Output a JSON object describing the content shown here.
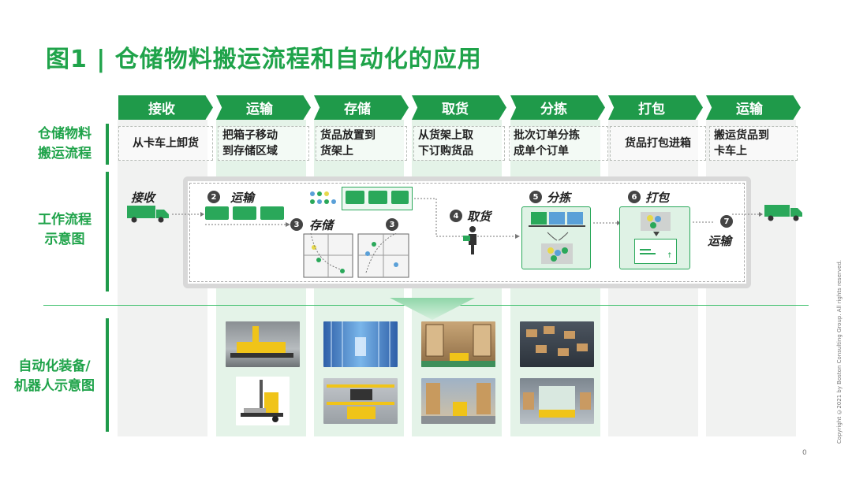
{
  "title": "图1 | 仓储物料搬运流程和自动化的应用",
  "steps": [
    "接收",
    "运输",
    "存储",
    "取货",
    "分拣",
    "打包",
    "运输"
  ],
  "row_labels": {
    "process": [
      "仓储物料",
      "搬运流程"
    ],
    "workflow": [
      "工作流程",
      "示意图"
    ],
    "equipment": [
      "自动化装备/",
      "机器人示意图"
    ]
  },
  "descriptions": [
    [
      "从卡车上卸货"
    ],
    [
      "把箱子移动",
      "到存储区域"
    ],
    [
      "货品放置到",
      "货架上"
    ],
    [
      "从货架上取",
      "下订购货品"
    ],
    [
      "批次订单分拣",
      "成单个订单"
    ],
    [
      "货品打包进箱"
    ],
    [
      "搬运货品到",
      "卡车上"
    ]
  ],
  "workflow": {
    "receive": "接收",
    "transport": {
      "num": "2",
      "label": "运输"
    },
    "storage_num": "3",
    "storage": "存储",
    "storage_num_2": "3",
    "pick": {
      "num": "4",
      "label": "取货"
    },
    "sort": {
      "num": "5",
      "label": "分拣"
    },
    "pack": {
      "num": "6",
      "label": "打包"
    },
    "ship": {
      "num": "7",
      "label": "运输"
    }
  },
  "equipment_photos": [
    {
      "column": "运输",
      "items": [
        "agv-forklift-photo",
        "autonomous-forklift-photo"
      ]
    },
    {
      "column": "存储",
      "items": [
        "asrs-aisle-photo",
        "shuttle-rack-photo"
      ]
    },
    {
      "column": "取货",
      "items": [
        "shelf-carrying-robot-photo",
        "warehouse-agv-photo"
      ]
    },
    {
      "column": "分拣",
      "items": [
        "sorting-robots-photo",
        "sorting-agv-photo"
      ]
    }
  ],
  "colors": {
    "brand_green": "#1f9a4a",
    "title_green": "#1fa34a",
    "light_green": "#e4f3e8",
    "gray_column": "#f1f2f1"
  },
  "copyright": "Copyright ©2021 by Boston Consulting Group. All rights reserved.",
  "page_number": "0"
}
